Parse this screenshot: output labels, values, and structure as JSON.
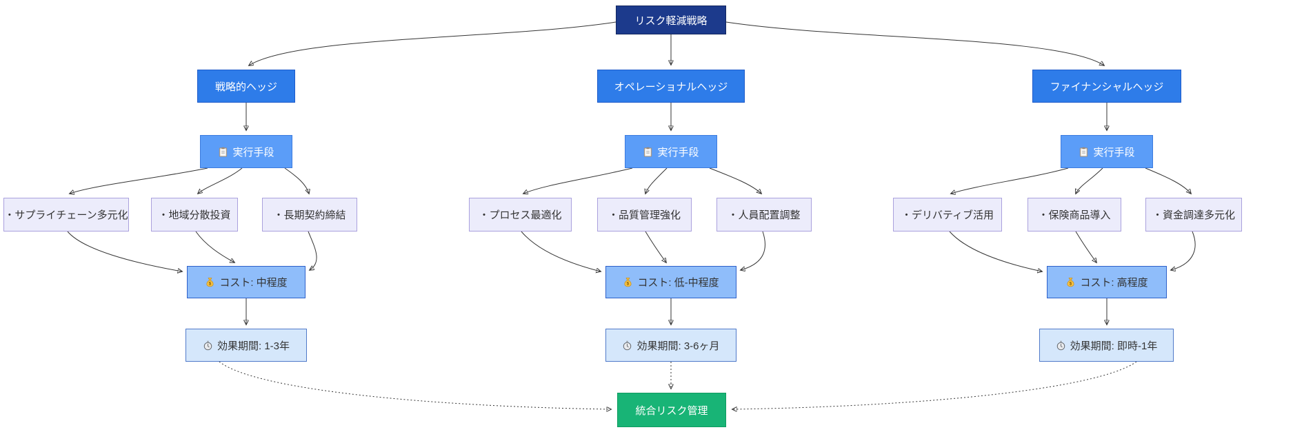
{
  "colors": {
    "root_fill": "#1c3a8c",
    "root_border": "#12265f",
    "header_fill": "#2e7ce9",
    "header_border": "#1d5ac9",
    "exec_fill": "#5b9df8",
    "exec_border": "#3b7ade",
    "item_fill": "#ececfb",
    "item_border": "#aaa0dd",
    "cost_fill": "#8fbdfa",
    "cost_border": "#2c5fc9",
    "duration_fill": "#d5e7fb",
    "duration_border": "#4f79c9",
    "sink_fill": "#18b476",
    "sink_border": "#0e9a5f",
    "edge": "#333333",
    "text_light": "#ffffff",
    "text_dark": "#333333"
  },
  "diagram": {
    "root": {
      "label": "リスク軽減戦略"
    },
    "branches": [
      {
        "header": "戦略的ヘッジ",
        "exec_label": "実行手段",
        "exec_icon": "clipboard-icon",
        "items": [
          "・サプライチェーン多元化",
          "・地域分散投資",
          "・長期契約締結"
        ],
        "cost_label": "コスト: 中程度",
        "cost_icon": "moneybag-icon",
        "duration_label": "効果期間: 1-3年",
        "duration_icon": "stopwatch-icon"
      },
      {
        "header": "オペレーショナルヘッジ",
        "exec_label": "実行手段",
        "exec_icon": "clipboard-icon",
        "items": [
          "・プロセス最適化",
          "・品質管理強化",
          "・人員配置調整"
        ],
        "cost_label": "コスト: 低-中程度",
        "cost_icon": "moneybag-icon",
        "duration_label": "効果期間: 3-6ヶ月",
        "duration_icon": "stopwatch-icon"
      },
      {
        "header": "ファイナンシャルヘッジ",
        "exec_label": "実行手段",
        "exec_icon": "clipboard-icon",
        "items": [
          "・デリバティブ活用",
          "・保険商品導入",
          "・資金調達多元化"
        ],
        "cost_label": "コスト: 高程度",
        "cost_icon": "moneybag-icon",
        "duration_label": "効果期間: 即時-1年",
        "duration_icon": "stopwatch-icon"
      }
    ],
    "sink": {
      "label": "統合リスク管理"
    }
  }
}
